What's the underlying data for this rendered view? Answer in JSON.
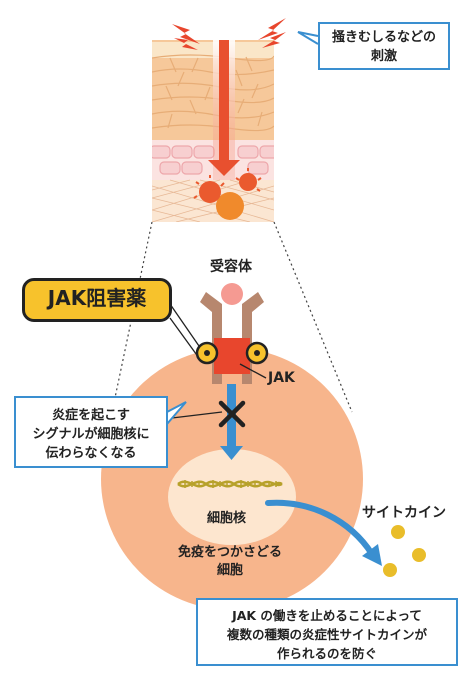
{
  "labels": {
    "stimulus_callout": [
      "掻きむしるなどの",
      "刺激"
    ],
    "receptor": "受容体",
    "drug_name": "JAK阻害薬",
    "jak": "JAK",
    "signal_callout": [
      "炎症を起こす",
      "シグナルが細胞核に",
      "伝わらなくなる"
    ],
    "nucleus": "細胞核",
    "cytokine": "サイトカイン",
    "immune_cell": [
      "免疫をつかさどる",
      "細胞"
    ],
    "effect_callout": [
      "JAK の働きを止めることによって",
      "複数の種類の炎症性サイトカインが",
      "作られるのを防ぐ"
    ]
  },
  "colors": {
    "callout_border": "#3a8fd0",
    "arrow_red": "#e8502f",
    "arrow_blue": "#3a8fd0",
    "cell": "#f7b58c",
    "nucleus": "#fde6cf",
    "drug_yellow": "#f7c22c",
    "receptor": "#b7876e",
    "jak_red": "#e8462d",
    "cytokine": "#e9bd2a"
  },
  "icons": [
    "lightning-icon",
    "block-x-icon",
    "dna-icon"
  ]
}
